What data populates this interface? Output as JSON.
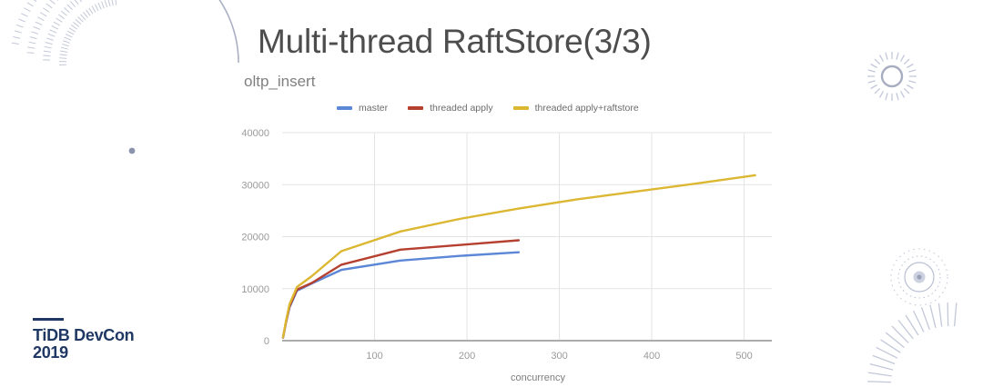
{
  "slide": {
    "title": "Multi-thread RaftStore(3/3)",
    "subtitle": "oltp_insert"
  },
  "footer": {
    "line1": "TiDB DevCon",
    "line2": "2019",
    "brand_color": "#1f3864"
  },
  "decorations": [
    {
      "name": "radial-dash-arc-top-left"
    },
    {
      "name": "sunburst-ring-top-right"
    },
    {
      "name": "concentric-dotted-circles-bottom-right"
    },
    {
      "name": "radial-tick-fan-bottom-right"
    }
  ],
  "chart_data": {
    "type": "line",
    "title": "oltp_insert",
    "xlabel": "concurrency",
    "ylabel": "",
    "xlim": [
      0,
      530
    ],
    "ylim": [
      0,
      40000
    ],
    "xticks": [
      100,
      200,
      300,
      400,
      500
    ],
    "yticks": [
      0,
      10000,
      20000,
      30000,
      40000
    ],
    "grid": true,
    "legend_position": "top",
    "series": [
      {
        "name": "master",
        "color": "#5b87d6",
        "x": [
          1,
          4,
          8,
          16,
          32,
          64,
          128,
          192,
          256
        ],
        "values": [
          600,
          3400,
          6400,
          9600,
          11000,
          13600,
          15400,
          16300,
          17000
        ]
      },
      {
        "name": "threaded apply",
        "color": "#b5402f",
        "x": [
          1,
          4,
          8,
          16,
          32,
          64,
          128,
          192,
          256
        ],
        "values": [
          620,
          3500,
          6600,
          9800,
          11100,
          14600,
          17500,
          18400,
          19300
        ]
      },
      {
        "name": "threaded apply+raftstore",
        "color": "#dcb732",
        "x": [
          1,
          4,
          8,
          16,
          32,
          64,
          128,
          192,
          256,
          320,
          384,
          448,
          512
        ],
        "values": [
          640,
          3700,
          7000,
          10300,
          12400,
          17200,
          21000,
          23400,
          25400,
          27200,
          28700,
          30200,
          31800
        ]
      }
    ]
  }
}
